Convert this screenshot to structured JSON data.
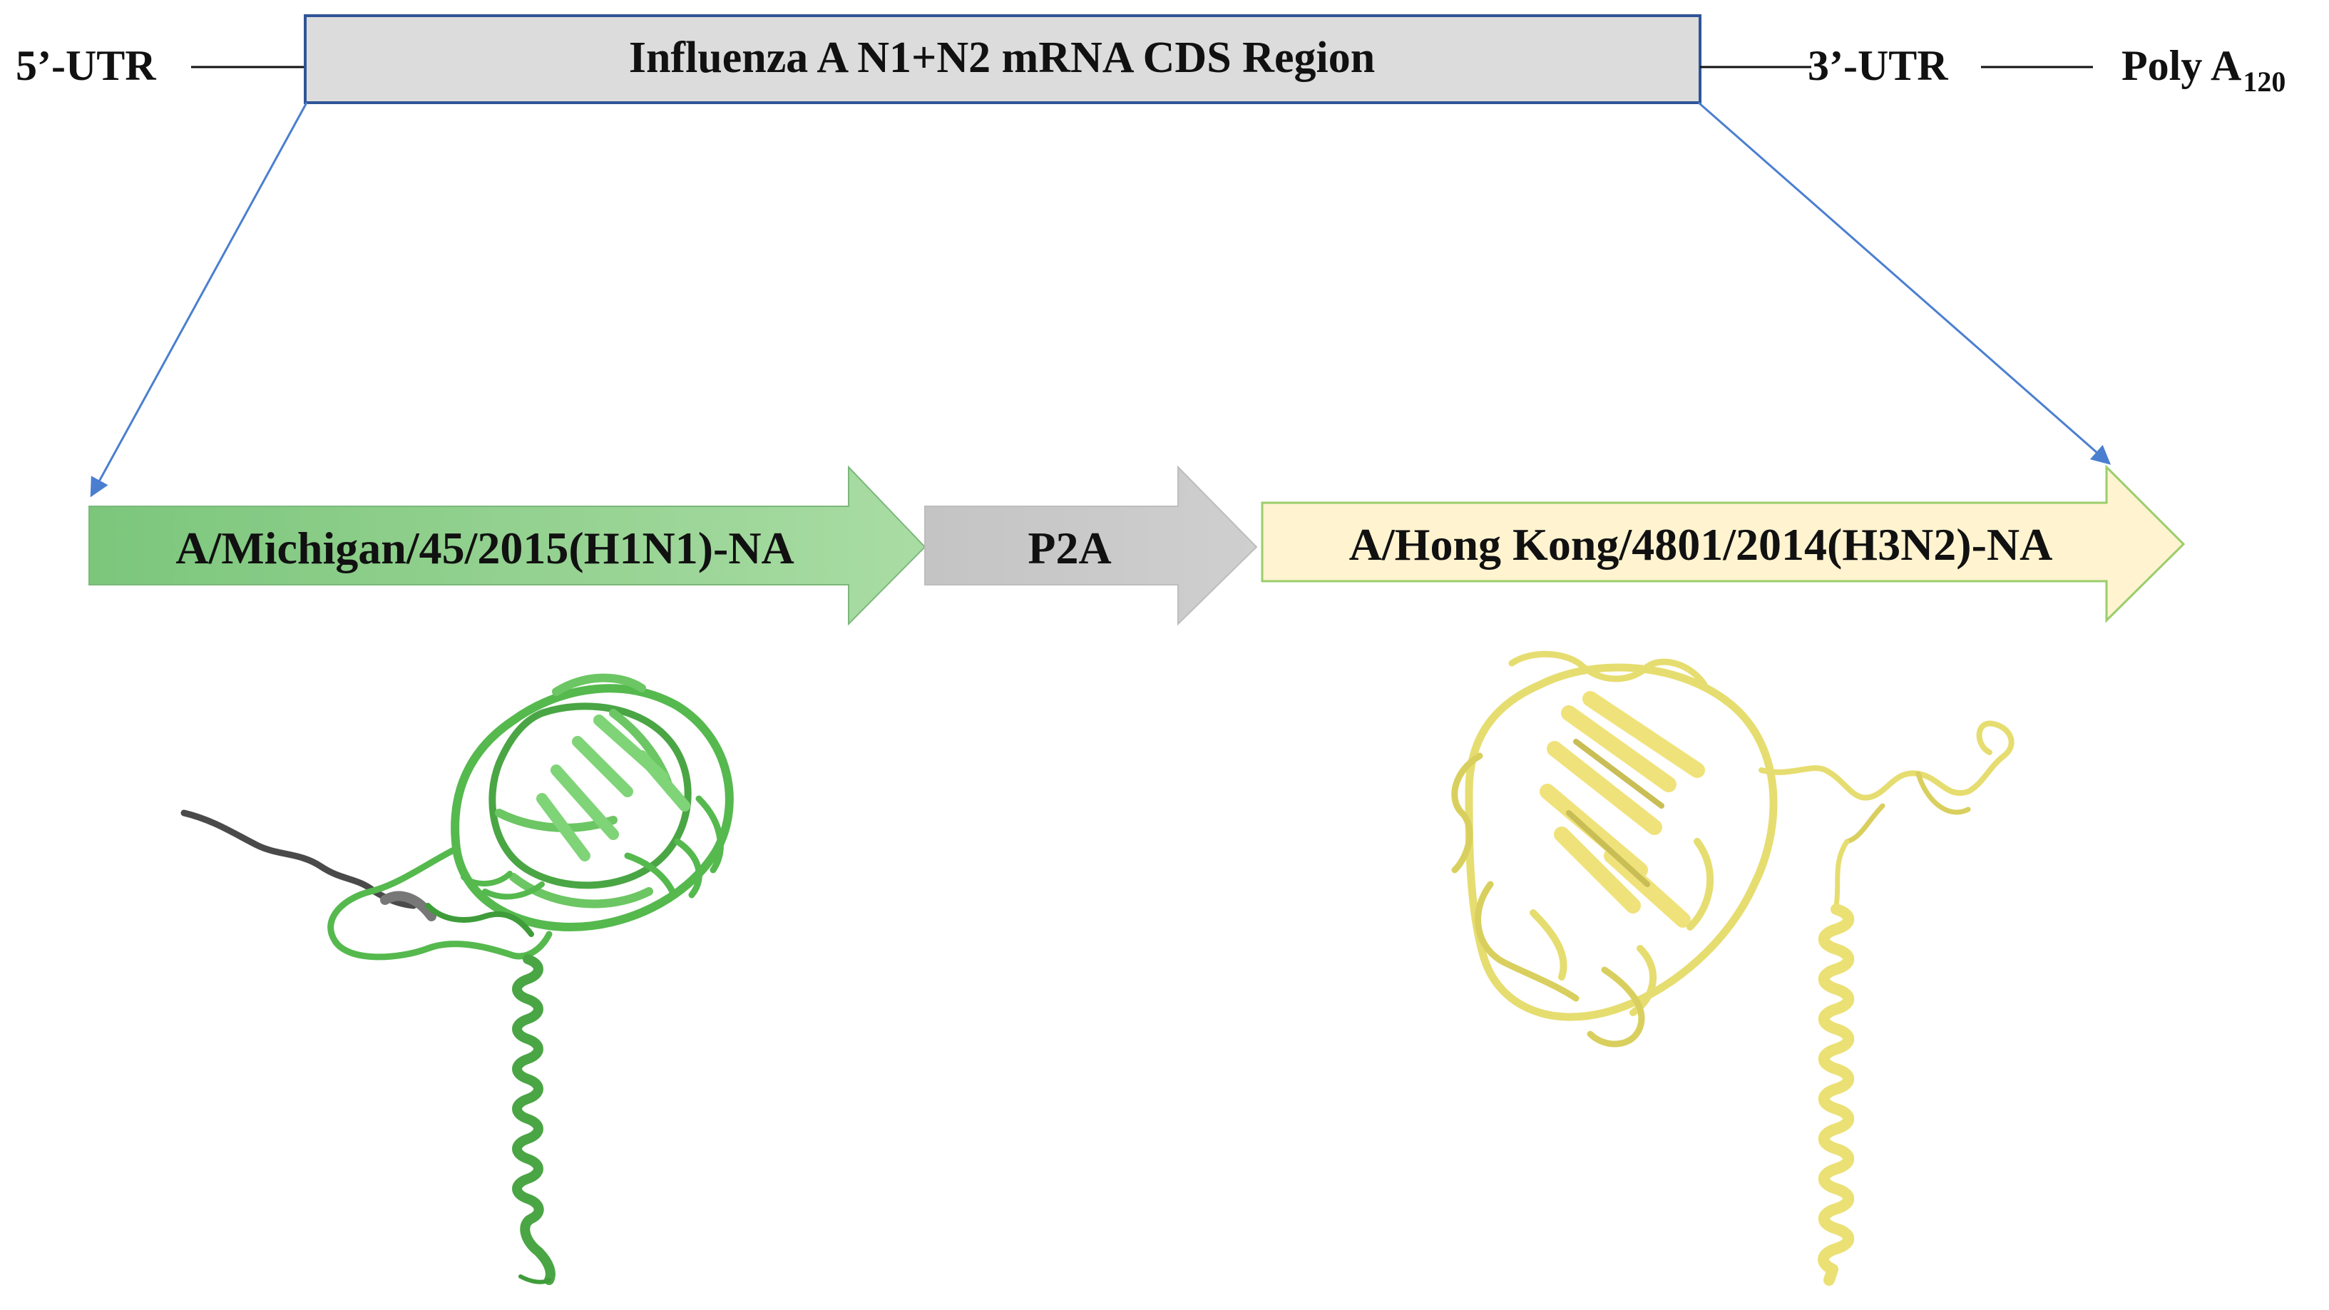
{
  "construct": {
    "utr5_label": "5’-UTR",
    "cds_label": "Influenza A N1+N2 mRNA CDS Region",
    "utr3_label": "3’-UTR",
    "polya_label": "Poly A",
    "polya_subscript": "120"
  },
  "segments": [
    {
      "label": "A/Michigan/45/2015(H1N1)-NA",
      "color": "#8fd08f"
    },
    {
      "label": "P2A",
      "color": "#c8c8c8"
    },
    {
      "label": "A/Hong Kong/4801/2014(H3N2)-NA",
      "color": "#fff3d0"
    }
  ],
  "structures": [
    {
      "name": "h1n1-na-structure",
      "color": "#55b94e",
      "tail_color": "#4a4a4a"
    },
    {
      "name": "h3n2-na-structure",
      "color": "#e6dd70"
    }
  ],
  "colors": {
    "cds_box_fill": "#dcdcdc",
    "cds_box_stroke": "#2f5597",
    "pointer_line": "#4a7fd0",
    "segment_outline_green": "#7cb87c",
    "segment_outline_yellow": "#9acd6a"
  }
}
